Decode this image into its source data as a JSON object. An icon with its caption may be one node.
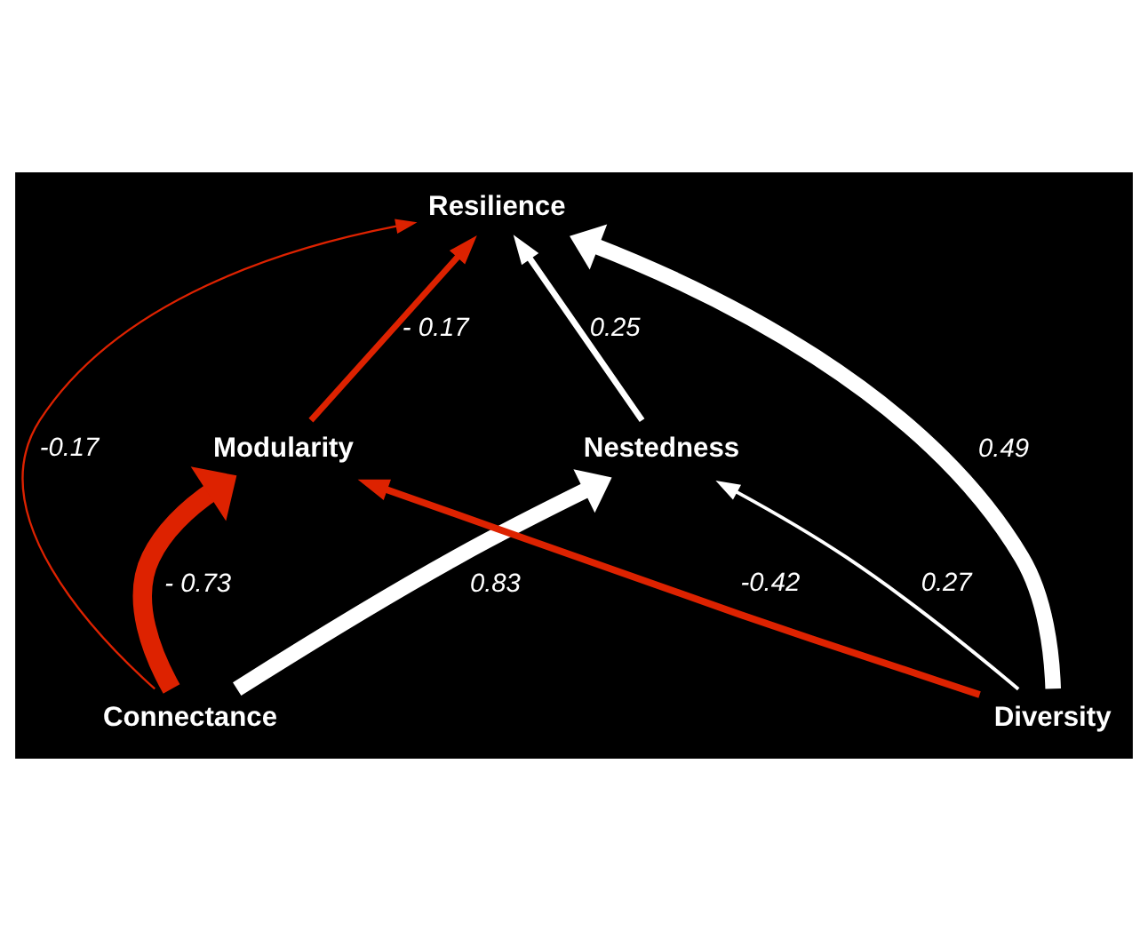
{
  "diagram": {
    "nodes": [
      {
        "text": [
          "Resilience"
        ]
      },
      {
        "text": [
          "Modularity"
        ]
      },
      {
        "text": [
          "Nestedness"
        ]
      },
      {
        "text": [
          "Connectance"
        ]
      },
      {
        "text": [
          "Diversity"
        ]
      }
    ],
    "edges": [
      {
        "from": 3,
        "to": 0,
        "arrow": "to",
        "label": "-0.17",
        "color": "#dd2200"
      },
      {
        "from": 1,
        "to": 0,
        "arrow": "to",
        "label": "- 0.17",
        "color": "#dd2200"
      },
      {
        "from": 2,
        "to": 0,
        "arrow": "to",
        "label": "0.25",
        "color": "#ffffff"
      },
      {
        "from": 4,
        "to": 0,
        "arrow": "to",
        "label": "0.49",
        "color": "#ffffff",
        "style": "thick"
      },
      {
        "from": 3,
        "to": 1,
        "arrow": "to",
        "label": "- 0.73",
        "color": "#dd2200",
        "style": "thick"
      },
      {
        "from": 3,
        "to": 2,
        "arrow": "to",
        "label": "0.83",
        "color": "#ffffff",
        "style": "thick"
      },
      {
        "from": 4,
        "to": 2,
        "arrow": "to",
        "label": "0.27",
        "color": "#ffffff"
      },
      {
        "from": 4,
        "to": 1,
        "arrow": "to",
        "label": "-0.42",
        "color": "#dd2200"
      }
    ]
  }
}
